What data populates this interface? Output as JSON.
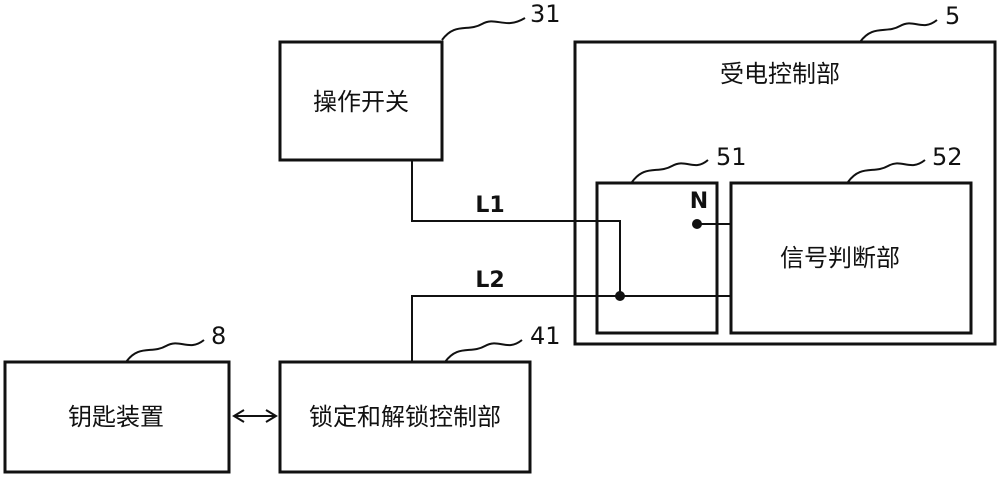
{
  "diagram": {
    "blocks": {
      "operation_switch": {
        "label": "操作开关",
        "ref": "31"
      },
      "power_receiving_control": {
        "label": "受电控制部",
        "ref": "5"
      },
      "sub_block_51": {
        "ref": "51",
        "node_label": "N"
      },
      "signal_judgment": {
        "label": "信号判断部",
        "ref": "52"
      },
      "key_device": {
        "label": "钥匙装置",
        "ref": "8"
      },
      "lock_unlock_control": {
        "label": "锁定和解锁控制部",
        "ref": "41"
      }
    },
    "lines": {
      "l1": "L1",
      "l2": "L2"
    }
  }
}
